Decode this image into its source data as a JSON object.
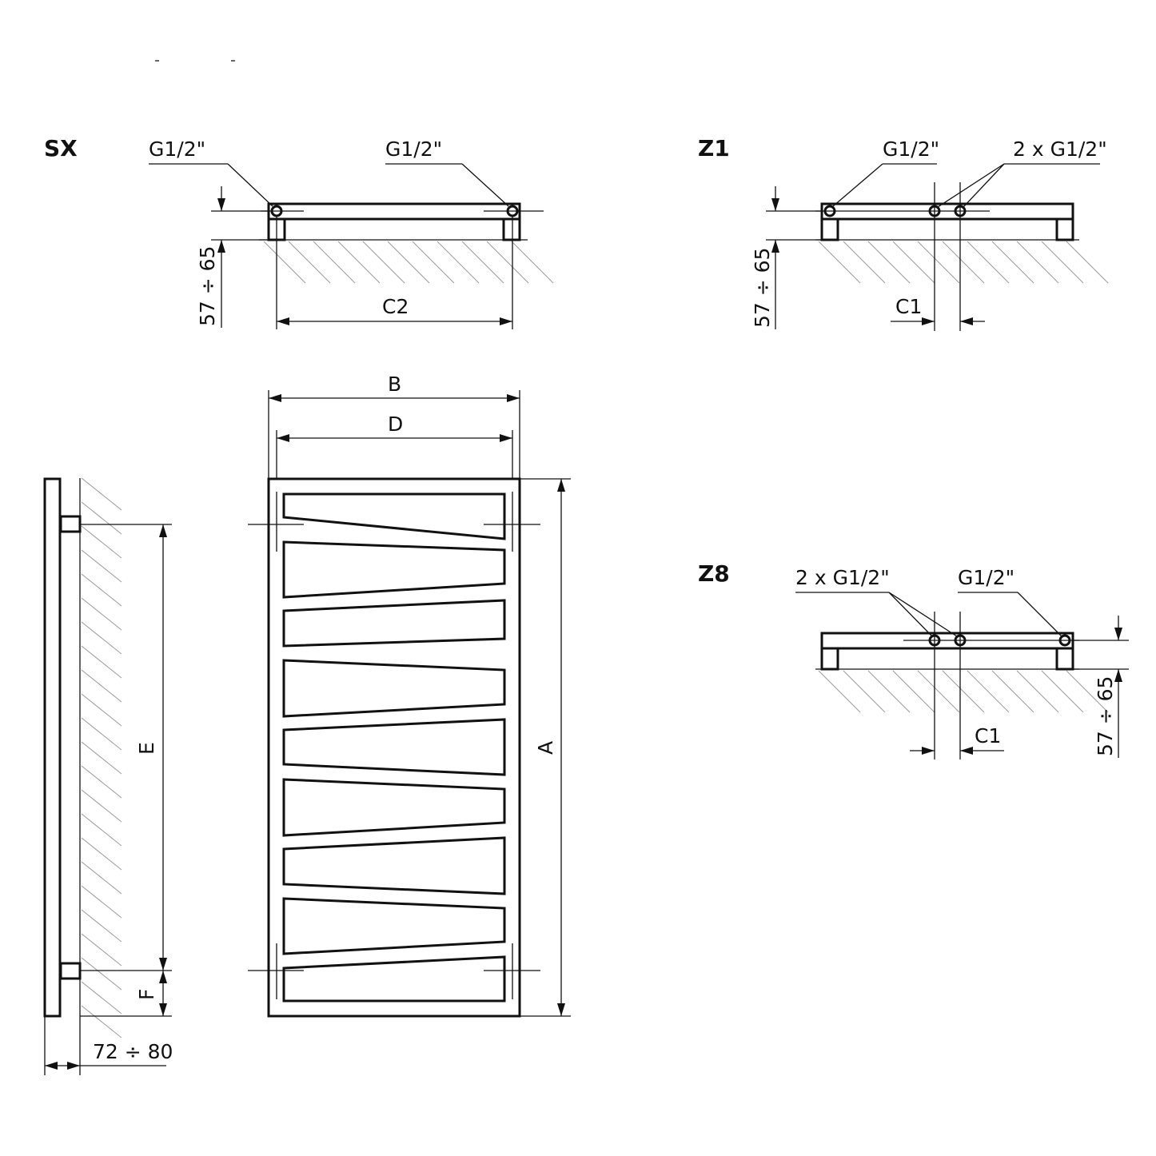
{
  "views": {
    "sx": {
      "title": "SX",
      "conn_left": "G1/2\"",
      "conn_right": "G1/2\"",
      "wall_distance": "57 ÷ 65",
      "spacing": "C2"
    },
    "z1": {
      "title": "Z1",
      "conn_single": "G1/2\"",
      "conn_double": "2 x G1/2\"",
      "wall_distance": "57 ÷ 65",
      "spacing": "C1"
    },
    "z8": {
      "title": "Z8",
      "conn_double": "2 x G1/2\"",
      "conn_single": "G1/2\"",
      "wall_distance": "57 ÷ 65",
      "spacing": "C1"
    },
    "side": {
      "height_between": "E",
      "bottom_offset": "F",
      "wall_distance": "72 ÷ 80"
    },
    "front": {
      "width_total": "B",
      "width_axis": "D",
      "height_total": "A"
    }
  },
  "colors": {
    "line": "#111111",
    "hatch": "#9a9a9a",
    "background": "#ffffff"
  }
}
